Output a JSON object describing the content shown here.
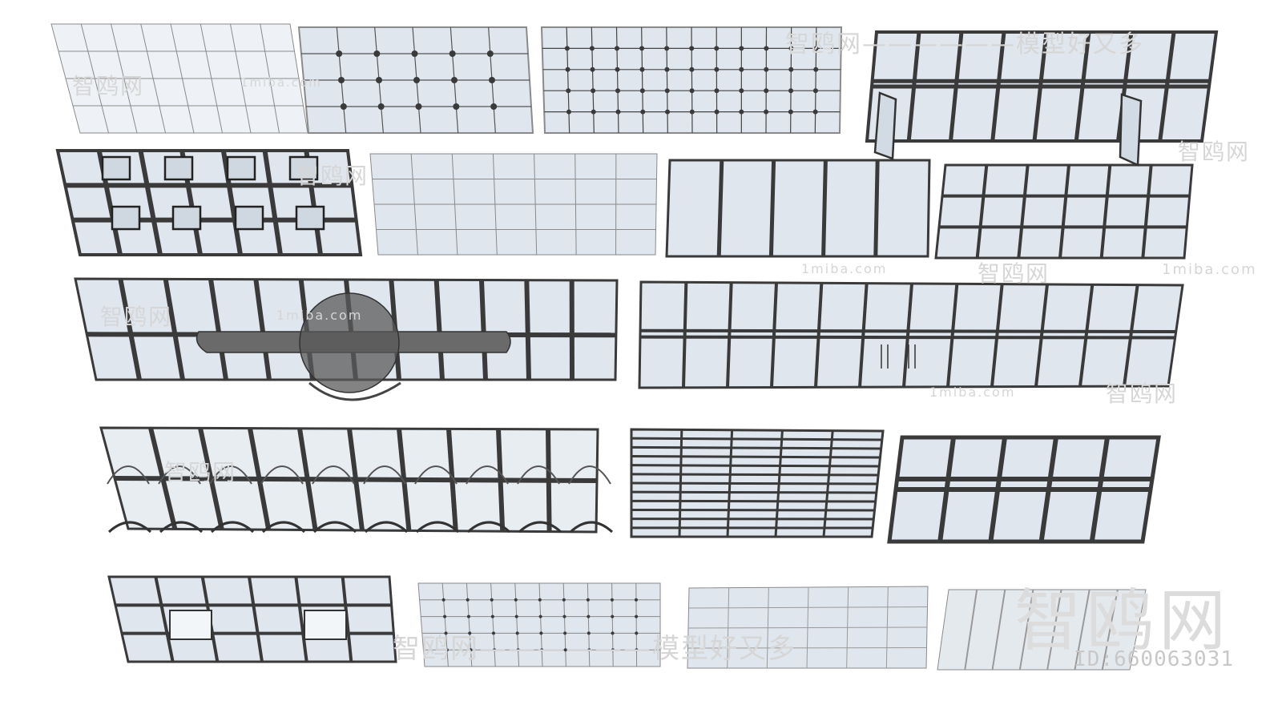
{
  "watermarks": {
    "brand_line": "智鸥网——————模型好又多",
    "brand_short": "智鸥网",
    "site": "1miba.com",
    "big_logo": "智鸥网",
    "id_label": "ID:660063031"
  },
  "colors": {
    "glass": "#dfe6ee",
    "glass_light": "#eef2f6",
    "frame": "#3a3a3a",
    "frame_light": "#8a8a8a",
    "dark_disc": "#5a5a5a"
  }
}
